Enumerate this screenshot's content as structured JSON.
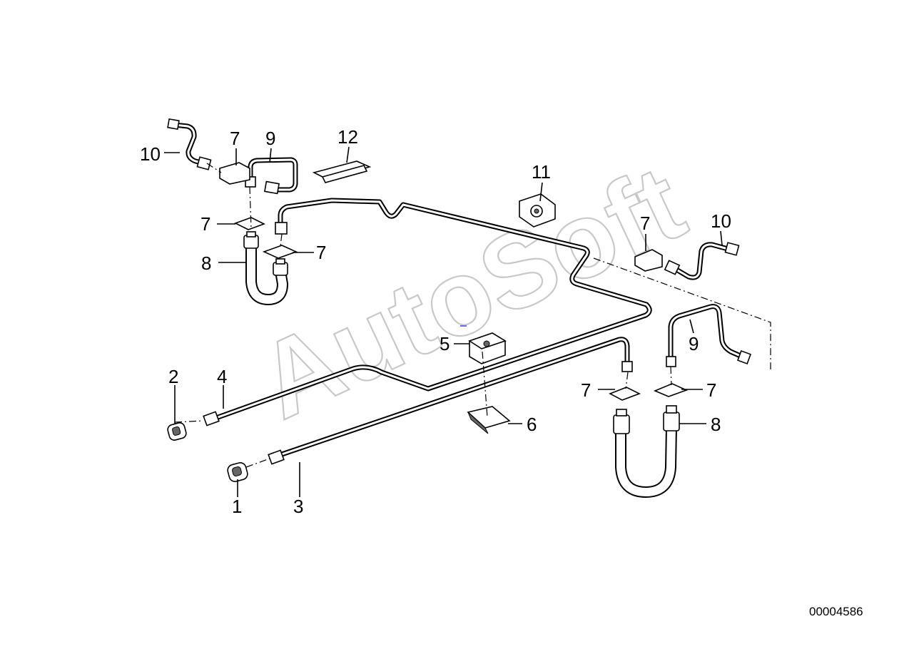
{
  "diagram": {
    "watermark": "AutoSoft",
    "document_number": "00004586",
    "callouts": [
      "1",
      "2",
      "3",
      "4",
      "5",
      "6",
      "7",
      "8",
      "9",
      "10",
      "11",
      "12"
    ]
  }
}
